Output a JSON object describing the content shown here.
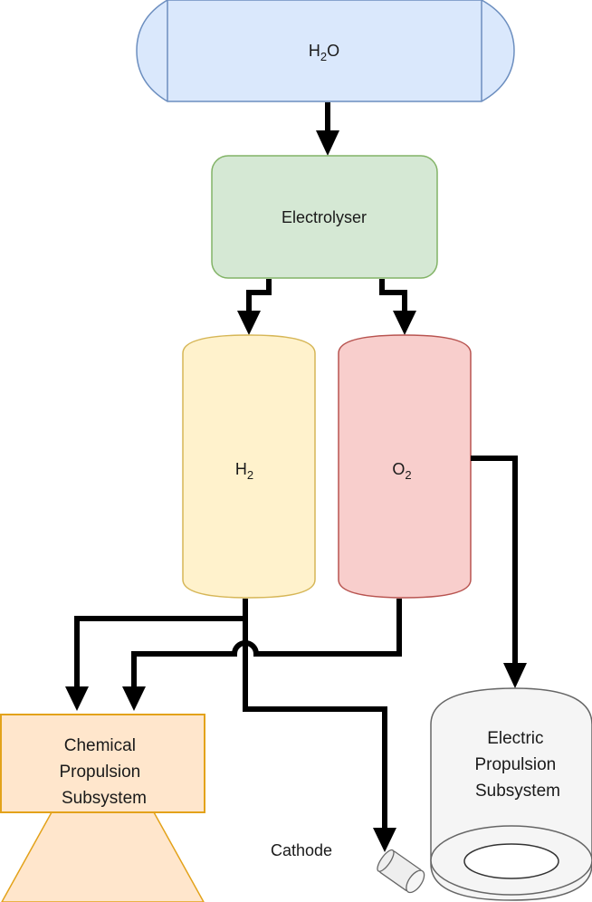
{
  "diagram": {
    "title": "Water electrolysis propulsion system",
    "colors": {
      "water_fill": "#dae8fc",
      "water_stroke": "#6c8ebf",
      "electrolyser_fill": "#d5e8d4",
      "electrolyser_stroke": "#82b366",
      "h2_fill": "#fff2cc",
      "h2_stroke": "#d6b656",
      "o2_fill": "#f8cecc",
      "o2_stroke": "#b85450",
      "chem_fill": "#ffe6cc",
      "chem_stroke": "#e3a21a",
      "electric_fill": "#f5f5f5",
      "electric_stroke": "#666666",
      "connector": "#000000"
    },
    "nodes": {
      "water_tank": {
        "base": "H",
        "sub": "2",
        "tail": "O"
      },
      "electrolyser": {
        "label": "Electrolyser"
      },
      "h2_tank": {
        "base": "H",
        "sub": "2"
      },
      "o2_tank": {
        "base": "O",
        "sub": "2"
      },
      "chemical": {
        "lines": [
          "Chemical",
          "Propulsion",
          "Subsystem"
        ]
      },
      "electric": {
        "lines": [
          "Electric",
          "Propulsion",
          "Subsystem"
        ]
      },
      "cathode": {
        "label": "Cathode"
      }
    },
    "edges": [
      {
        "from": "H2O",
        "to": "Electrolyser"
      },
      {
        "from": "Electrolyser",
        "to": "H2"
      },
      {
        "from": "Electrolyser",
        "to": "O2"
      },
      {
        "from": "H2",
        "to": "Chemical Propulsion Subsystem"
      },
      {
        "from": "O2",
        "to": "Chemical Propulsion Subsystem"
      },
      {
        "from": "H2",
        "to": "Cathode"
      },
      {
        "from": "O2",
        "to": "Electric Propulsion Subsystem"
      }
    ]
  }
}
